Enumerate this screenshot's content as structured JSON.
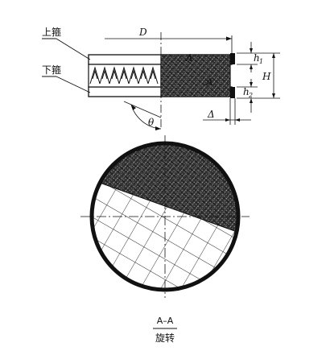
{
  "labels": {
    "upper_hoop": "上箍",
    "lower_hoop": "下箍",
    "dim_d": "D",
    "dim_h": "H",
    "dim_h1": "h",
    "dim_h1_sub": "1",
    "dim_h2": "h",
    "dim_h2_sub": "2",
    "dim_delta": "Δ",
    "angle_theta": "θ",
    "section_marker_upper": "A",
    "section_marker_lower": "A",
    "section_title": "A–A",
    "section_note": "旋转"
  },
  "colors": {
    "line": "#111111",
    "hatch_dark": "#1a1a1a",
    "paper": "#ffffff"
  }
}
